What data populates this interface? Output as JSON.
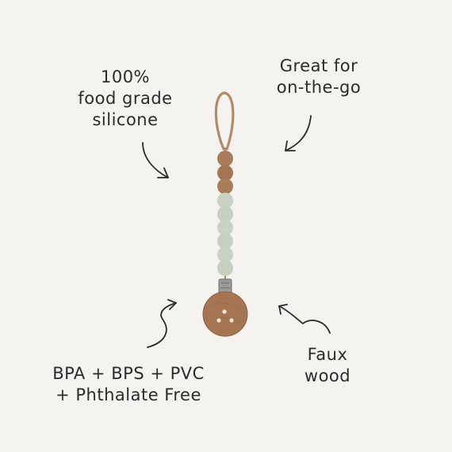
{
  "callouts": {
    "silicone": {
      "lines": [
        "100%",
        "food grade",
        "silicone"
      ]
    },
    "on_the_go": {
      "lines": [
        "Great for",
        "on-the-go"
      ]
    },
    "bpa_free": {
      "lines": [
        "BPA + BPS + PVC",
        "+ Phthalate Free"
      ]
    },
    "faux_wood": {
      "lines": [
        "Faux",
        "wood"
      ]
    }
  },
  "colors": {
    "background": "#f5f3ef",
    "text": "#2b2b2b",
    "wood_bead": "#a87c5a",
    "sage_bead": "#c9d3c2",
    "strap": "#b08d68",
    "clip_wood": "#a67652",
    "metal": "#8e8e8e"
  }
}
